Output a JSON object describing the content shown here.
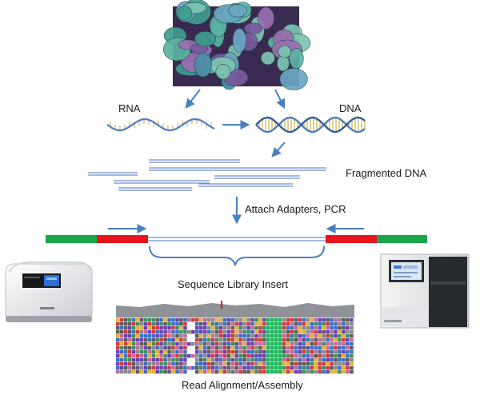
{
  "labels": {
    "rna": "RNA",
    "dna": "DNA",
    "fragmented": "Fragmented DNA",
    "adapters": "Attach Adapters, PCR",
    "insert": "Sequence Library Insert",
    "alignment": "Read Alignment/Assembly"
  },
  "colors": {
    "arrow": "#4a7fc1",
    "adapter_green": "#19a64a",
    "adapter_red": "#e8141b",
    "fragment_line": "#6e8fc7",
    "helix_blue": "#4d7fbf",
    "rung": "#c9a93a"
  },
  "images": {
    "cells": "microscopy-cells",
    "left_instrument": "benchtop-sequencer",
    "right_instrument": "hiseq-sequencer",
    "alignment_view": "read-alignment-viewer"
  }
}
